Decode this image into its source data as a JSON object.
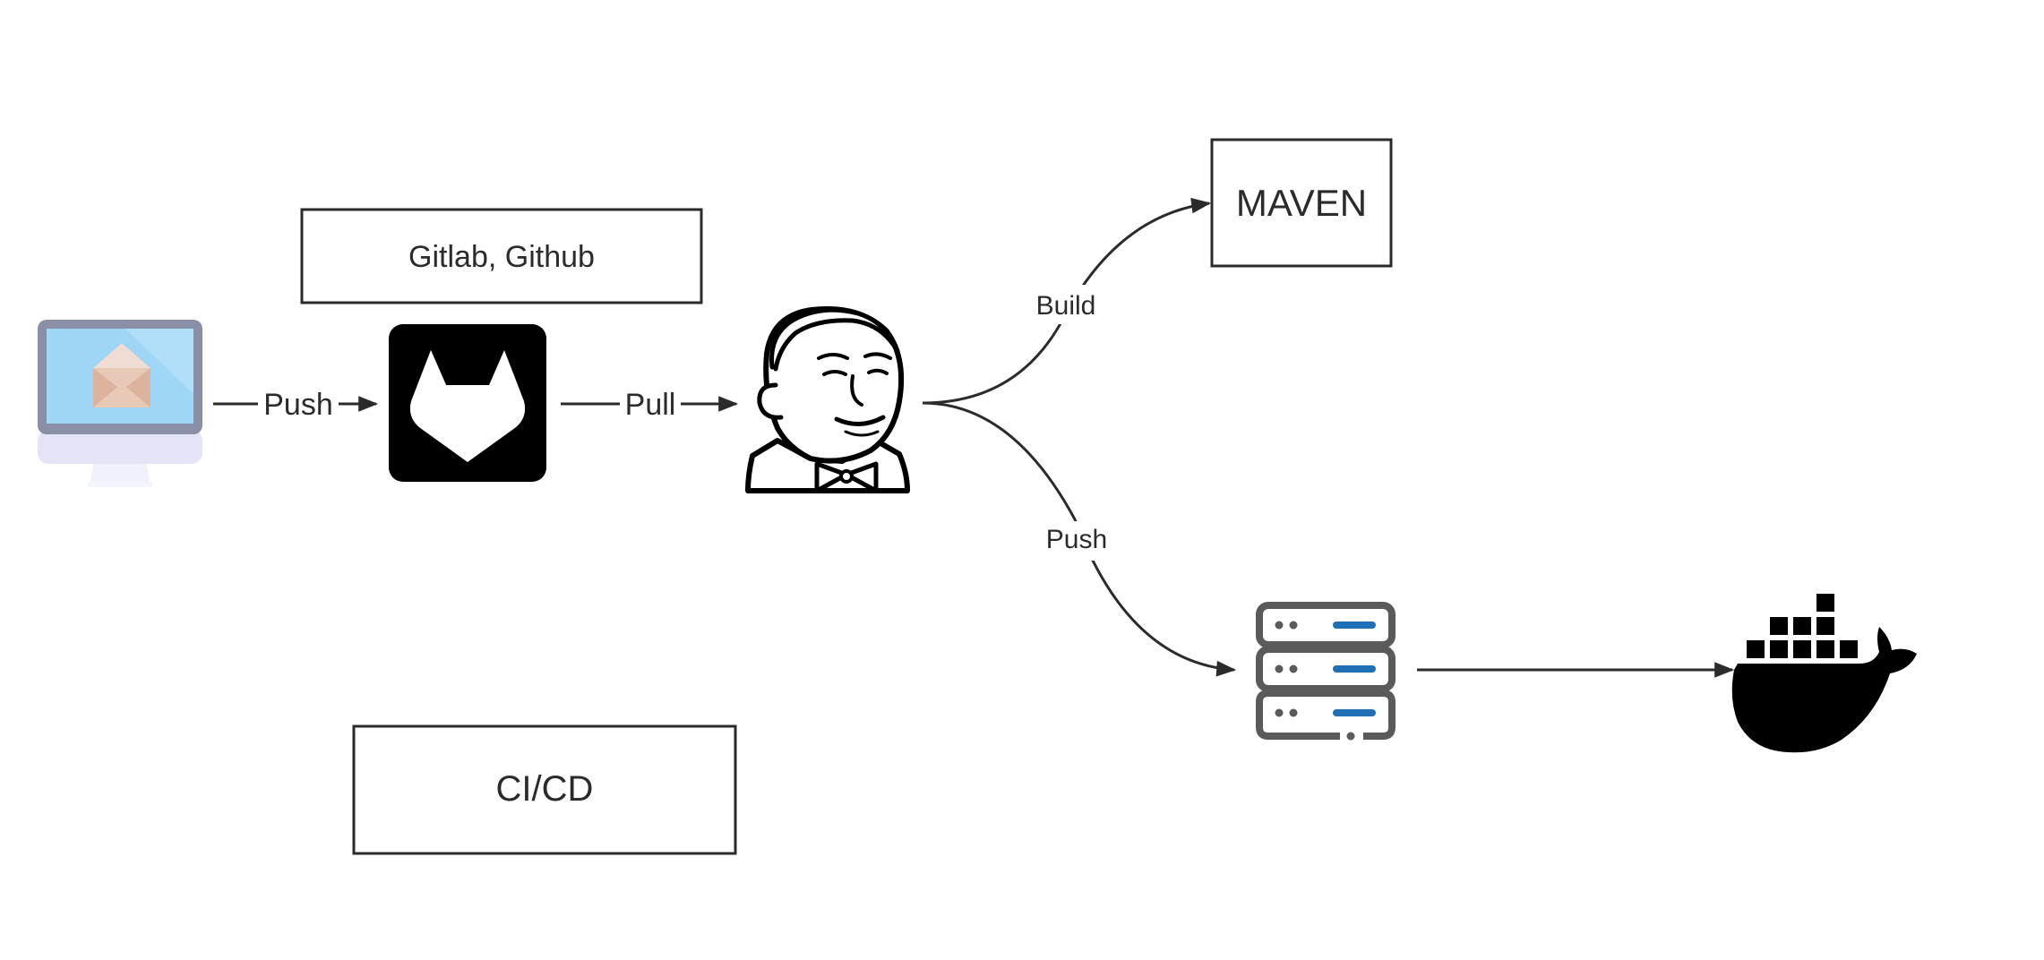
{
  "boxes": {
    "scm_label": "Gitlab, Github",
    "cicd_label": "CI/CD",
    "maven_label": "MAVEN"
  },
  "edges": {
    "dev_to_scm": "Push",
    "scm_to_jenkins": "Pull",
    "jenkins_to_maven": "Build",
    "jenkins_to_registry": "Push"
  },
  "icons": {
    "developer": "desktop-computer-icon",
    "scm": "gitlab-icon",
    "ci_server": "jenkins-icon",
    "registry": "server-rack-icon",
    "runtime": "docker-whale-icon"
  },
  "colors": {
    "stroke": "#2b2b2b",
    "server_accent": "#1f6fb5",
    "monitor_screen": "#9fd6f5",
    "monitor_frame": "#8a8fa8"
  }
}
